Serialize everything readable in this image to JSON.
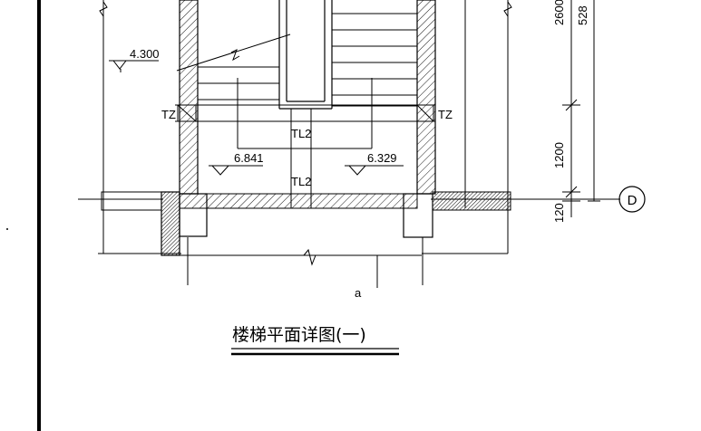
{
  "drawing": {
    "title": "楼梯平面详图(一)",
    "elevations": [
      "4.300",
      "6.841",
      "6.329"
    ],
    "labels": {
      "tz_left": "TZ",
      "tz_right": "TZ",
      "tl2_upper": "TL2",
      "tl2_lower": "TL2",
      "axis_letter": "a"
    },
    "dimensions": [
      "2600",
      "528",
      "1200",
      "120"
    ],
    "grid_axis": "D"
  }
}
